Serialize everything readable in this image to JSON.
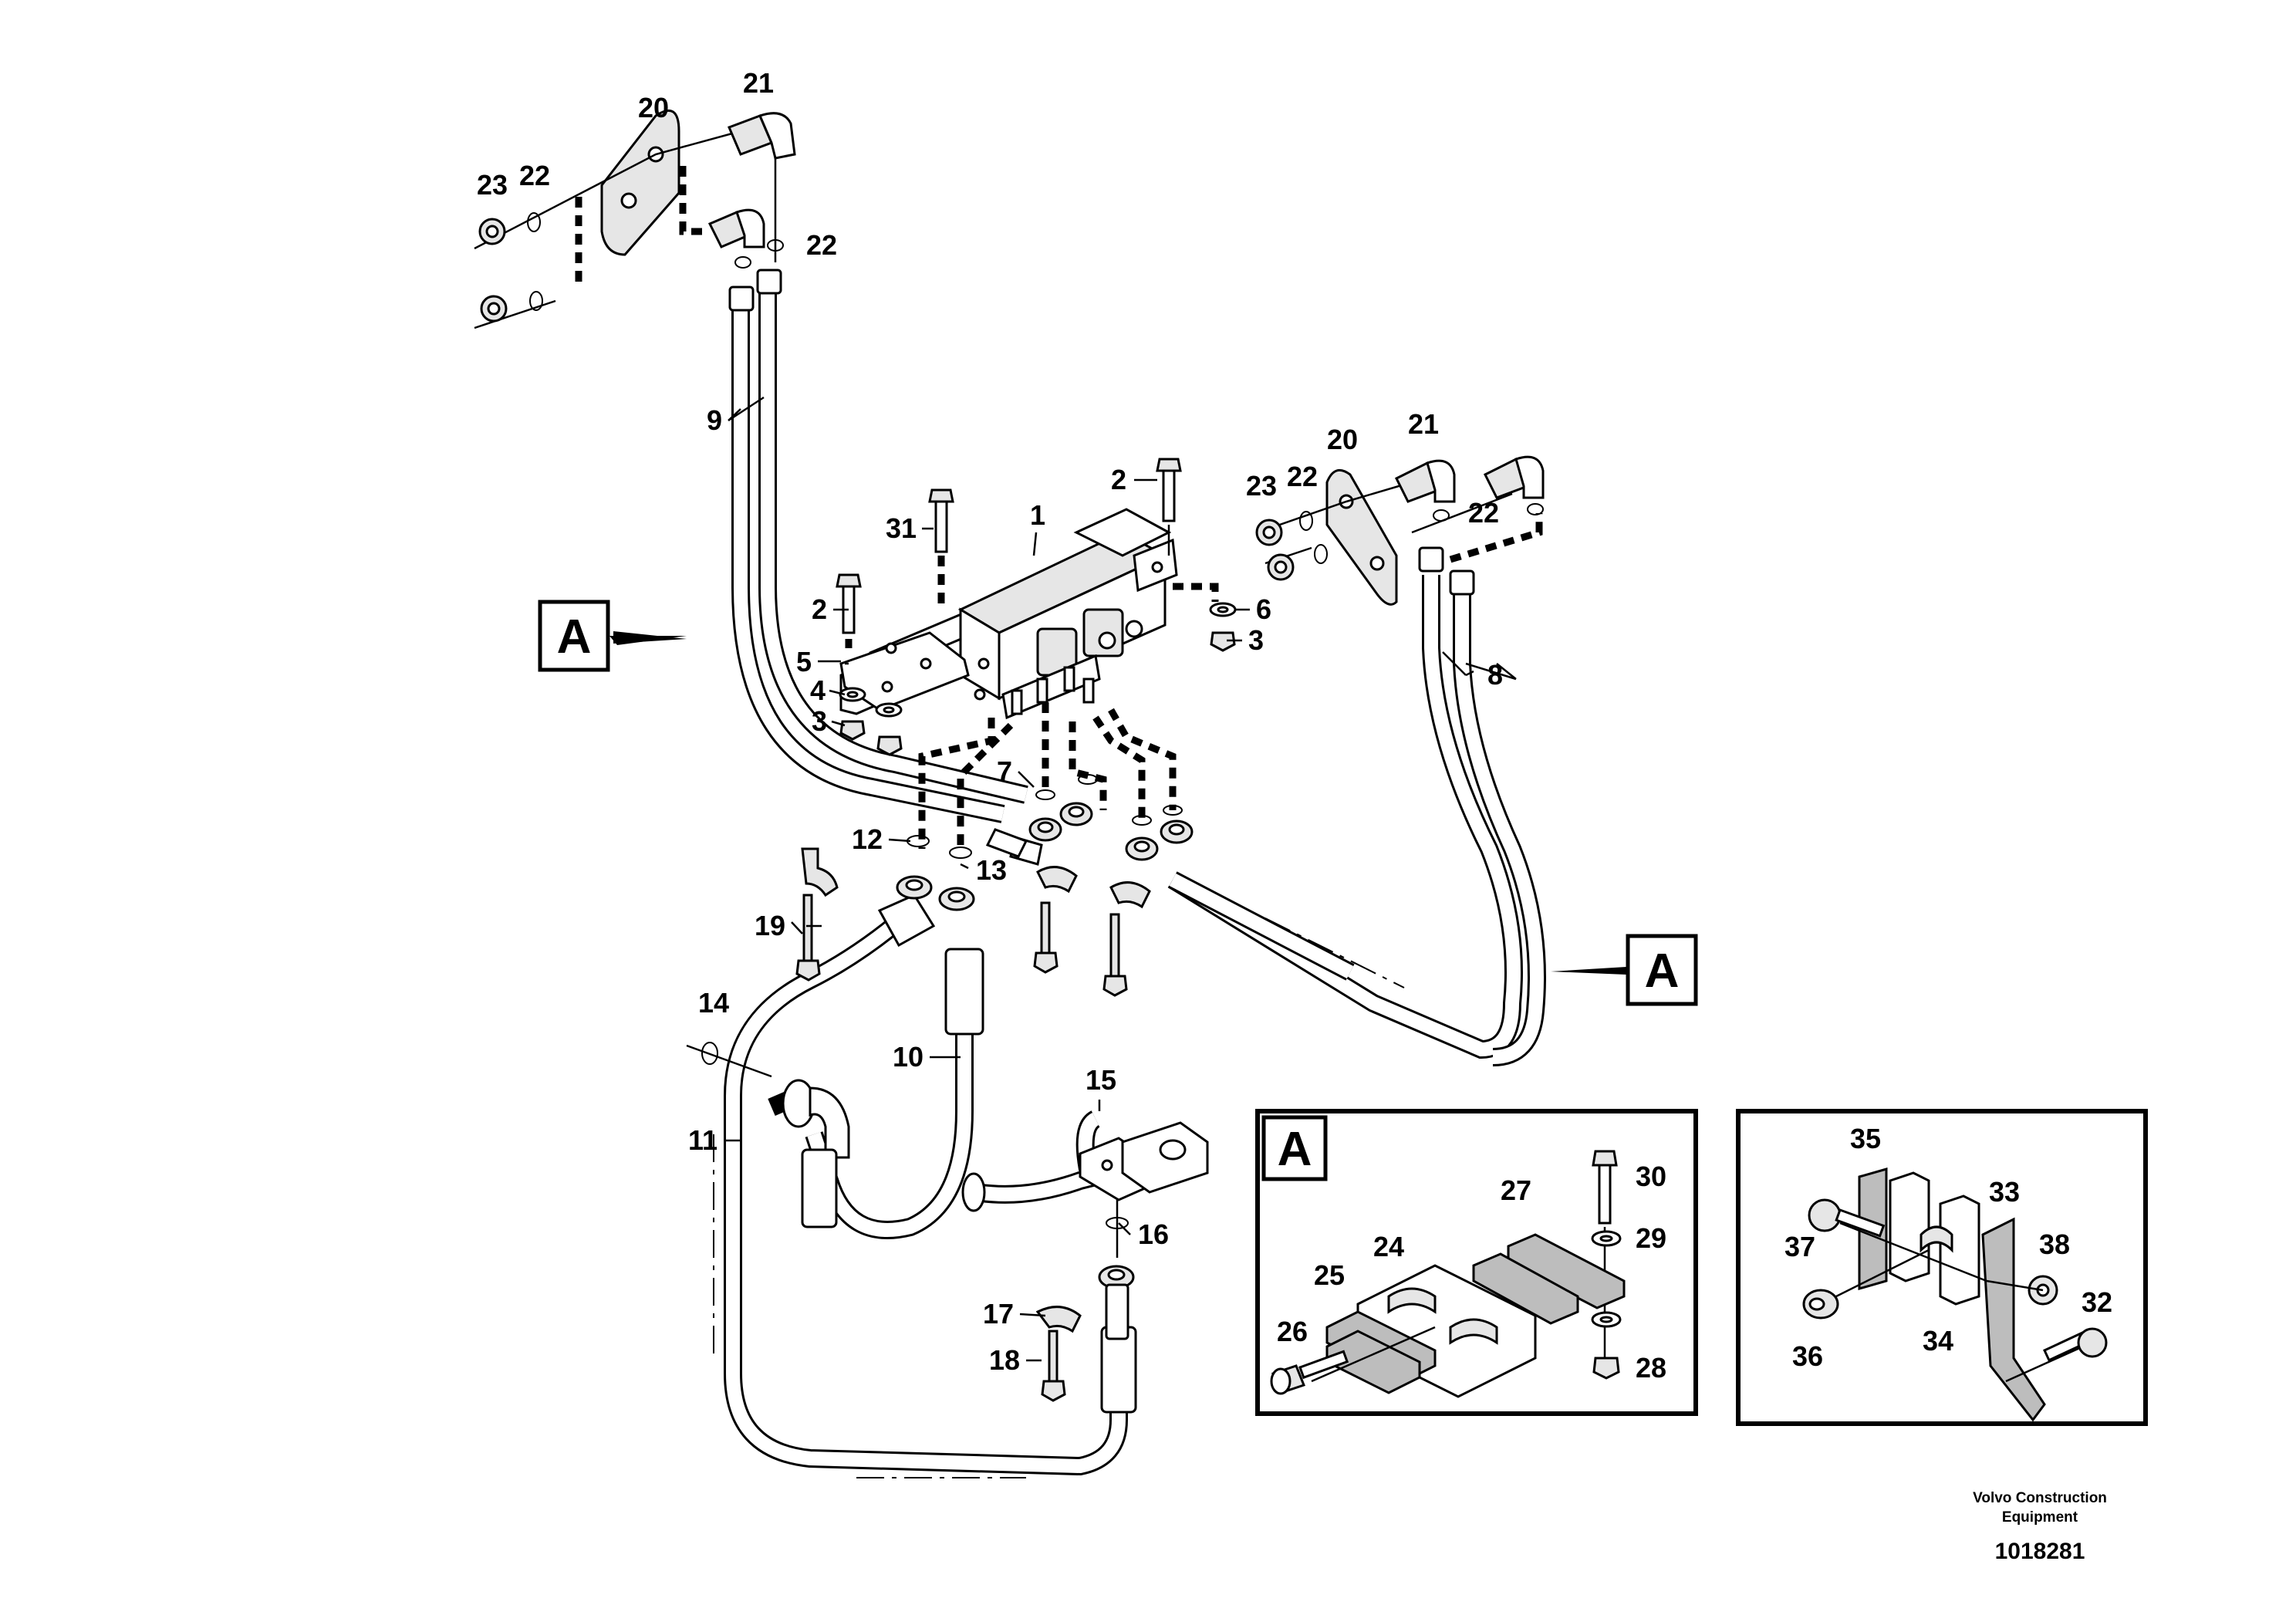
{
  "diagram": {
    "callouts": [
      "1",
      "2",
      "3",
      "4",
      "5",
      "6",
      "7",
      "8",
      "9",
      "10",
      "11",
      "12",
      "13",
      "14",
      "15",
      "16",
      "17",
      "18",
      "19",
      "20",
      "21",
      "22",
      "23",
      "24",
      "25",
      "26",
      "27",
      "28",
      "29",
      "30",
      "31",
      "32",
      "33",
      "34",
      "35",
      "36",
      "37",
      "38"
    ],
    "view_tag": "A",
    "credit_line_1": "Volvo Construction",
    "credit_line_2": "Equipment",
    "document_number": "1018281"
  }
}
